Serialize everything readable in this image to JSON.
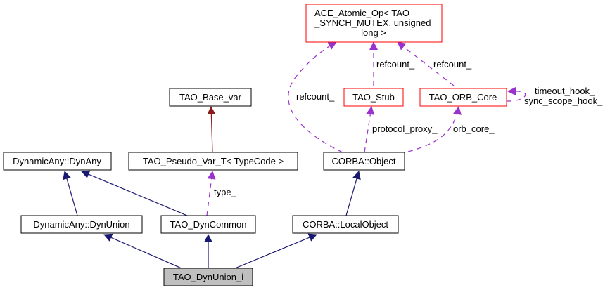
{
  "title": "TAO_DynUnion_i collaboration diagram",
  "colors": {
    "public_inheritance": "#191970",
    "template_instance": "#8b1a1a",
    "usage": "#9a32cd",
    "truncated_border": "#ff0000",
    "normal_border": "#000000",
    "focus_fill": "#bfbfbf"
  },
  "nodes": [
    {
      "id": "ace_atomic_op",
      "lines": [
        "ACE_Atomic_Op< TAO",
        "_SYNCH_MUTEX, unsigned",
        "long >"
      ],
      "border": "red"
    },
    {
      "id": "tao_stub",
      "lines": [
        "TAO_Stub"
      ],
      "border": "red"
    },
    {
      "id": "tao_orb_core",
      "lines": [
        "TAO_ORB_Core"
      ],
      "border": "red"
    },
    {
      "id": "tao_base_var",
      "lines": [
        "TAO_Base_var"
      ],
      "border": "black"
    },
    {
      "id": "dynany",
      "lines": [
        "DynamicAny::DynAny"
      ],
      "border": "black"
    },
    {
      "id": "pseudo_var",
      "lines": [
        "TAO_Pseudo_Var_T< TypeCode >"
      ],
      "border": "black"
    },
    {
      "id": "corba_object",
      "lines": [
        "CORBA::Object"
      ],
      "border": "black"
    },
    {
      "id": "dynunion",
      "lines": [
        "DynamicAny::DynUnion"
      ],
      "border": "black"
    },
    {
      "id": "dyncommon",
      "lines": [
        "TAO_DynCommon"
      ],
      "border": "black"
    },
    {
      "id": "localobject",
      "lines": [
        "CORBA::LocalObject"
      ],
      "border": "black"
    },
    {
      "id": "tao_dynunion_i",
      "lines": [
        "TAO_DynUnion_i"
      ],
      "border": "black",
      "focus": true
    }
  ],
  "edges": [
    {
      "from": "tao_stub",
      "to": "ace_atomic_op",
      "kind": "usage",
      "label": "refcount_"
    },
    {
      "from": "tao_orb_core",
      "to": "ace_atomic_op",
      "kind": "usage",
      "label": "refcount_"
    },
    {
      "from": "corba_object",
      "to": "ace_atomic_op",
      "kind": "usage",
      "label": "refcount_"
    },
    {
      "from": "tao_orb_core",
      "to": "tao_orb_core",
      "kind": "usage",
      "label": [
        "timeout_hook_",
        "sync_scope_hook_"
      ]
    },
    {
      "from": "corba_object",
      "to": "tao_stub",
      "kind": "usage",
      "label": "protocol_proxy_"
    },
    {
      "from": "corba_object",
      "to": "tao_orb_core",
      "kind": "usage",
      "label": "orb_core_"
    },
    {
      "from": "pseudo_var",
      "to": "tao_base_var",
      "kind": "template",
      "label": ""
    },
    {
      "from": "dyncommon",
      "to": "pseudo_var",
      "kind": "usage",
      "label": "type_"
    },
    {
      "from": "dynunion",
      "to": "dynany",
      "kind": "inherit",
      "label": ""
    },
    {
      "from": "dyncommon",
      "to": "dynany",
      "kind": "inherit",
      "label": ""
    },
    {
      "from": "localobject",
      "to": "corba_object",
      "kind": "inherit",
      "label": ""
    },
    {
      "from": "tao_dynunion_i",
      "to": "dynunion",
      "kind": "inherit",
      "label": ""
    },
    {
      "from": "tao_dynunion_i",
      "to": "dyncommon",
      "kind": "inherit",
      "label": ""
    },
    {
      "from": "tao_dynunion_i",
      "to": "localobject",
      "kind": "inherit",
      "label": ""
    }
  ]
}
